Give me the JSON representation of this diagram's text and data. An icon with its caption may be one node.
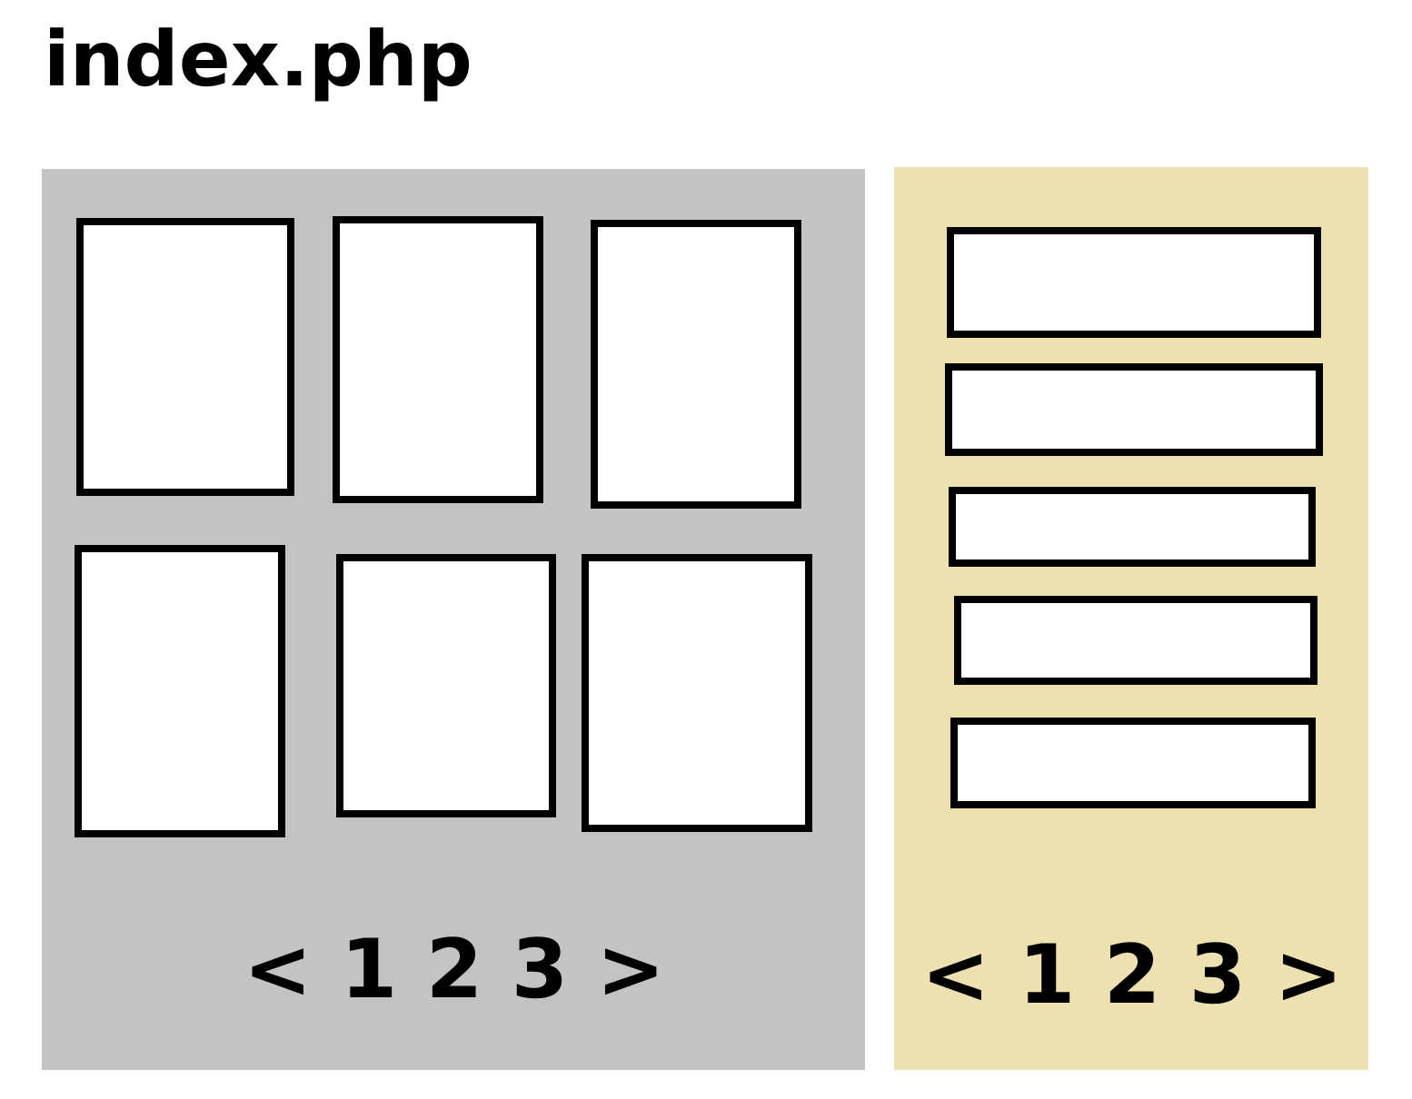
{
  "diagram": {
    "title": "index.php",
    "nodes": [
      {
        "text": [
          "< 1 2 3 >"
        ]
      },
      {
        "text": [],
        "shape": "box",
        "in": 0
      },
      {
        "text": [],
        "shape": "box",
        "in": 0
      },
      {
        "text": [],
        "shape": "box",
        "in": 0
      },
      {
        "text": [],
        "shape": "box",
        "in": 0
      },
      {
        "text": [],
        "shape": "box",
        "in": 0
      },
      {
        "text": [],
        "shape": "box",
        "in": 0
      },
      {
        "text": [
          "< 1 2 3 >"
        ]
      },
      {
        "text": [],
        "shape": "box",
        "in": 7
      },
      {
        "text": [],
        "shape": "box",
        "in": 7
      },
      {
        "text": [],
        "shape": "box",
        "in": 7
      },
      {
        "text": [],
        "shape": "box",
        "in": 7
      },
      {
        "text": [],
        "shape": "box",
        "in": 7
      }
    ]
  }
}
